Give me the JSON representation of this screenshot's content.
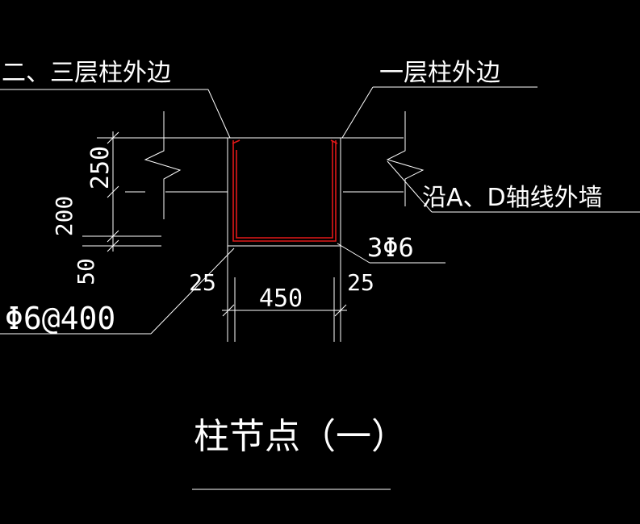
{
  "drawing": {
    "title": "柱节点（一）",
    "labels": {
      "upper_floor_edge": "二、三层柱外边",
      "ground_floor_edge": "一层柱外边",
      "along_wall": "沿A、D轴线外墙",
      "main_bars": "3Φ6",
      "stirrups": "Φ6@400"
    },
    "dimensions": {
      "top_segment": "250",
      "middle_segment": "200",
      "bottom_segment": "50",
      "column_width": "450",
      "left_cover": "25",
      "right_cover": "25"
    },
    "colors": {
      "background": "#000000",
      "linework": "#ffffff",
      "reinforcement": "#e01818"
    }
  }
}
